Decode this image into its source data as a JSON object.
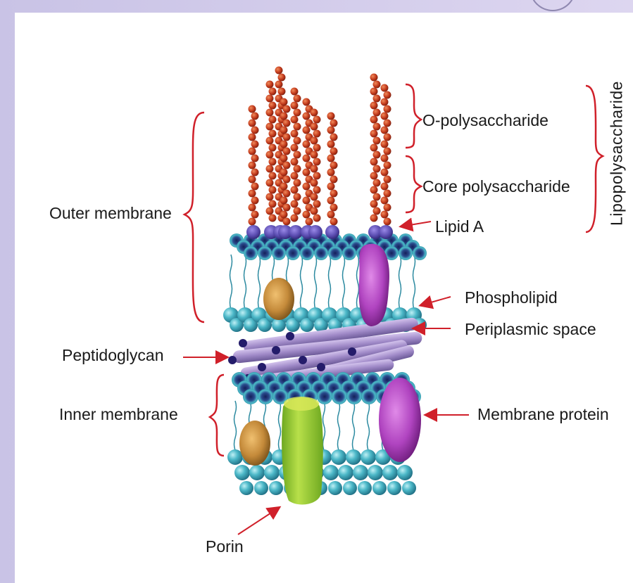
{
  "labels": {
    "outer_membrane": "Outer membrane",
    "o_polysaccharide": "O-polysaccharide",
    "core_polysaccharide": "Core polysaccharide",
    "lipid_a": "Lipid A",
    "lipopolysaccharide": "Lipopolysaccharide",
    "phospholipid": "Phospholipid",
    "periplasmic_space": "Periplasmic space",
    "peptidoglycan": "Peptidoglycan",
    "inner_membrane": "Inner membrane",
    "membrane_protein": "Membrane protein",
    "porin": "Porin"
  },
  "colors": {
    "bracket": "#d0202a",
    "arrow": "#d0202a",
    "lipid_head": "#4cb8c8",
    "lipid_head_core": "#1d2f6e",
    "sugar_chain": "#c23a1c",
    "lipid_a_head": "#5a4cb0",
    "peptidoglycan_rod": "#a08ac8",
    "membrane_protein": "#b044c0",
    "small_protein": "#c48a3a",
    "porin": "#9ccf3c"
  }
}
